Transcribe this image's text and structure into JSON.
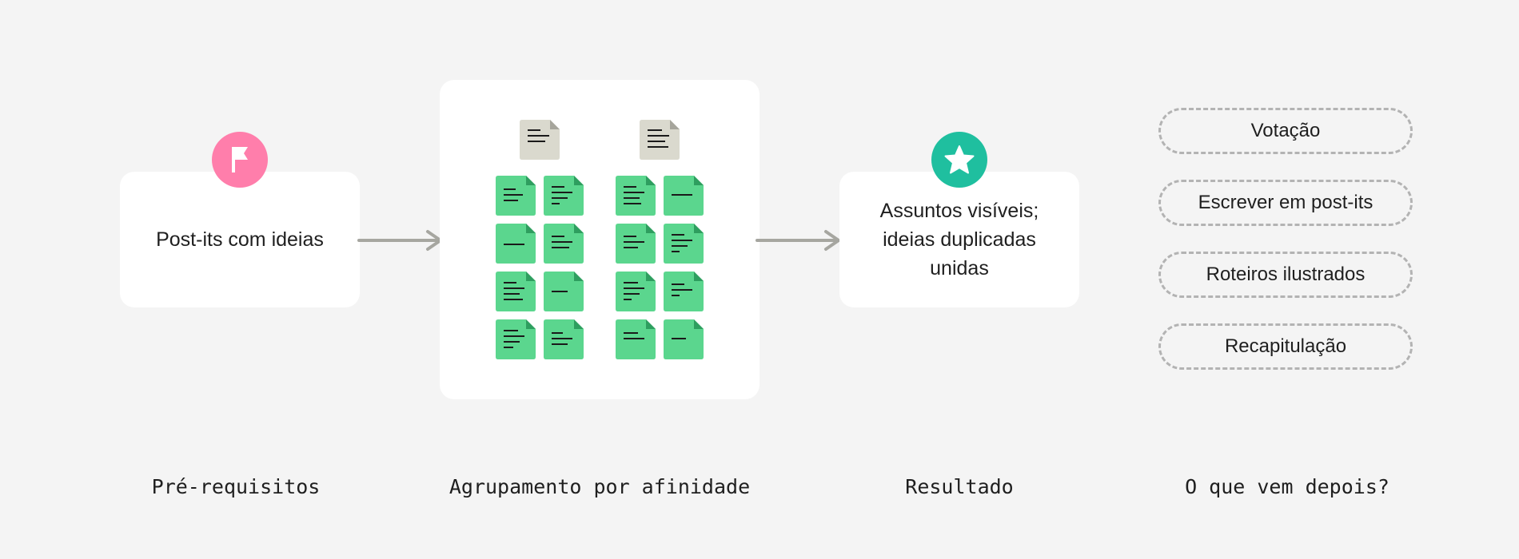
{
  "prerequisites": {
    "text": "Post-its com ideias",
    "badge_icon": "flag-icon",
    "badge_color": "#ff7eab"
  },
  "grouping": {
    "header_note_icon": "document-icon",
    "header_note_color": "#dad9ce",
    "note_icon": "sticky-note-icon",
    "note_color": "#5bd68e",
    "groups": [
      {
        "notes": 8
      },
      {
        "notes": 8
      }
    ]
  },
  "result": {
    "text": "Assuntos visíveis; ideias duplicadas unidas",
    "badge_icon": "star-icon",
    "badge_color": "#1fbf9f"
  },
  "next_steps": [
    {
      "label": "Votação"
    },
    {
      "label": "Escrever em post-its"
    },
    {
      "label": "Roteiros ilustrados"
    },
    {
      "label": "Recapitulação"
    }
  ],
  "stage_labels": {
    "prerequisites": "Pré-requisitos",
    "grouping": "Agrupamento por afinidade",
    "result": "Resultado",
    "next": "O que vem depois?"
  },
  "colors": {
    "background": "#f4f4f4",
    "card": "#ffffff",
    "arrow": "#a6a6a0",
    "note_line": "#1a1a1a"
  }
}
